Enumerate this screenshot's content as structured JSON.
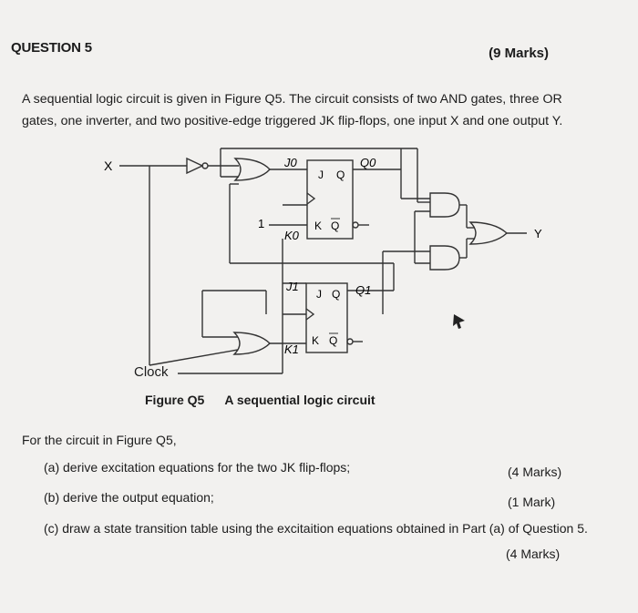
{
  "question": {
    "title": "QUESTION 5",
    "total_marks": "(9 Marks)",
    "intro_line1": "A sequential logic circuit is given in Figure Q5. The circuit consists of two AND gates, three OR",
    "intro_line2": "gates, one inverter, and two positive-edge triggered JK flip-flops, one input X and one output Y."
  },
  "figure": {
    "input_label": "X",
    "output_label": "Y",
    "clock_label": "Clock",
    "const_one": "1",
    "j0_label": "J0",
    "k0_label": "K0",
    "q0_label": "Q0",
    "j1_label": "J1",
    "k1_label": "K1",
    "q1_label": "Q1",
    "pin_j": "J",
    "pin_k": "K",
    "pin_q": "Q",
    "caption_number": "Figure Q5",
    "caption_text": "A sequential logic circuit"
  },
  "tasks": {
    "lead": "For the circuit in Figure Q5,",
    "items": [
      {
        "text": "(a) derive excitation equations for the two JK flip-flops;",
        "marks": "(4 Marks)"
      },
      {
        "text": "(b) derive the output equation;",
        "marks": "(1 Mark)"
      },
      {
        "text": "(c) draw a state transition table using the excitaition equations obtained in Part (a) of Question 5.",
        "marks": "(4 Marks)"
      }
    ]
  }
}
